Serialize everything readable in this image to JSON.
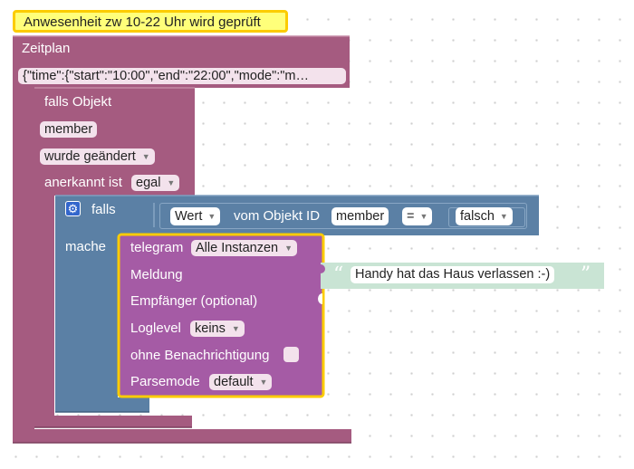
{
  "comment": {
    "text": "Anwesenheit zw 10-22 Uhr wird geprüft"
  },
  "schedule": {
    "label": "Zeitplan",
    "value": "{\"time\":{\"start\":\"10:00\",\"end\":\"22:00\",\"mode\":\"m…"
  },
  "trigger": {
    "label_if_object": "falls Objekt",
    "object": "member",
    "change_option": "wurde geändert",
    "ack_label": "anerkannt ist",
    "ack_option": "egal"
  },
  "condition": {
    "if_label": "falls",
    "do_label": "mache",
    "value_option": "Wert",
    "of_object_label": "vom Objekt ID",
    "object": "member",
    "operator": "=",
    "compare_value": "falsch"
  },
  "telegram": {
    "label": "telegram",
    "instance": "Alle Instanzen",
    "message_label": "Meldung",
    "message_value": "Handy hat das Haus verlassen :-)",
    "recipient_label": "Empfänger (optional)",
    "loglevel_label": "Loglevel",
    "loglevel_value": "keins",
    "silent_label": "ohne Benachrichtigung",
    "parsemode_label": "Parsemode",
    "parsemode_value": "default"
  },
  "colors": {
    "schedule_block": "#a55b80",
    "trigger_block": "#a55b80",
    "condition_block": "#5b80a5",
    "telegram_block": "#a55ba5",
    "text_block": "#c9e4d4",
    "highlight": "#fccc00",
    "comment": "#ffff7a"
  }
}
